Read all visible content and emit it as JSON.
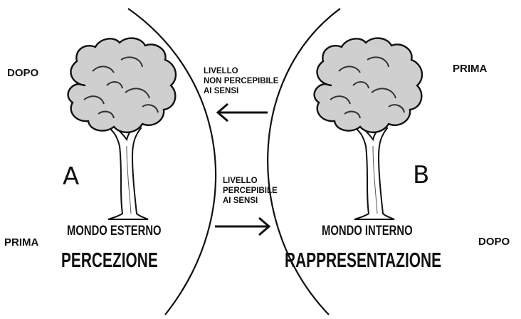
{
  "left": {
    "top_label": "DOPO",
    "bottom_label": "PRIMA",
    "letter": "A",
    "world": "MONDO ESTERNO",
    "process": "PERCEZIONE"
  },
  "right": {
    "top_label": "PRIMA",
    "bottom_label": "DOPO",
    "letter": "B",
    "world": "MONDO INTERNO",
    "process": "RAPPRESENTAZIONE"
  },
  "center": {
    "upper": {
      "line1": "LIVELLO",
      "line2": "NON PERCEPIBILE",
      "line3": "AI SENSI"
    },
    "lower": {
      "line1": "LIVELLO",
      "line2": "PERCEPIBILE",
      "line3": "AI SENSI"
    }
  }
}
